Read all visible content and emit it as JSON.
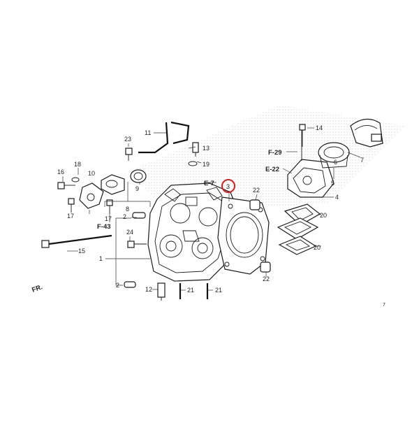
{
  "callouts": {
    "c1": "1",
    "c2a": "2",
    "c2b": "2",
    "c3": "3",
    "c4": "4",
    "c5": "5",
    "c6": "6",
    "c7": "7",
    "c8": "8",
    "c9": "9",
    "c10": "10",
    "c11": "11",
    "c12": "12",
    "c13": "13",
    "c14": "14",
    "c15": "15",
    "c16": "16",
    "c17a": "17",
    "c17b": "17",
    "c18": "18",
    "c19": "19",
    "c20a": "20",
    "c20b": "20",
    "c21a": "21",
    "c21b": "21",
    "c22a": "22",
    "c22b": "22",
    "c23": "23",
    "c24": "24"
  },
  "refs": {
    "e7": "E-7",
    "f29": "F-29",
    "e22": "E-22",
    "f43": "F-43",
    "fr": "FR."
  },
  "corner_mark": "7",
  "highlight": {
    "part": "3",
    "color": "#d62020"
  }
}
